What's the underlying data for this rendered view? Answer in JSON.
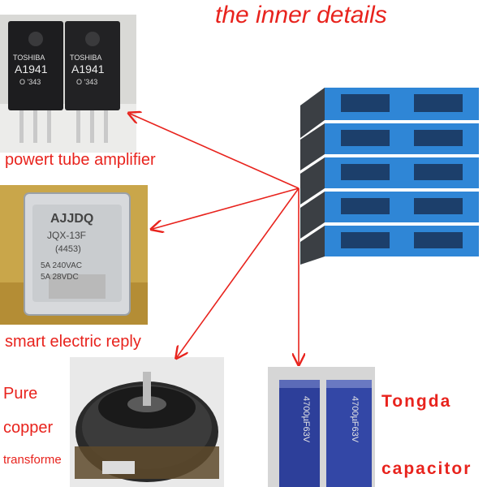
{
  "title": "the inner details",
  "labels": {
    "tube": "powert tube amplifier",
    "relay": "smart electric reply",
    "pure": "Pure",
    "copper": "copper",
    "transformer": "transforme",
    "tongda": "Tongda",
    "capacitor": "capacitor"
  },
  "transistors": {
    "brand": "TOSHIBA",
    "part": "A1941",
    "code_left": "O '343",
    "code_right": "O '343"
  },
  "relay_photo": {
    "brand": "AJJDQ",
    "model": "JQX-13F",
    "code": "(4453)",
    "rating_ac": "5A 240VAC",
    "rating_dc": "5A 28VDC"
  },
  "capacitor_photo": {
    "text_left": "4700µF63V",
    "text_right": "4700µF63V"
  },
  "colors": {
    "accent_red": "#e8231d",
    "amp_blue": "#2f86d6"
  }
}
